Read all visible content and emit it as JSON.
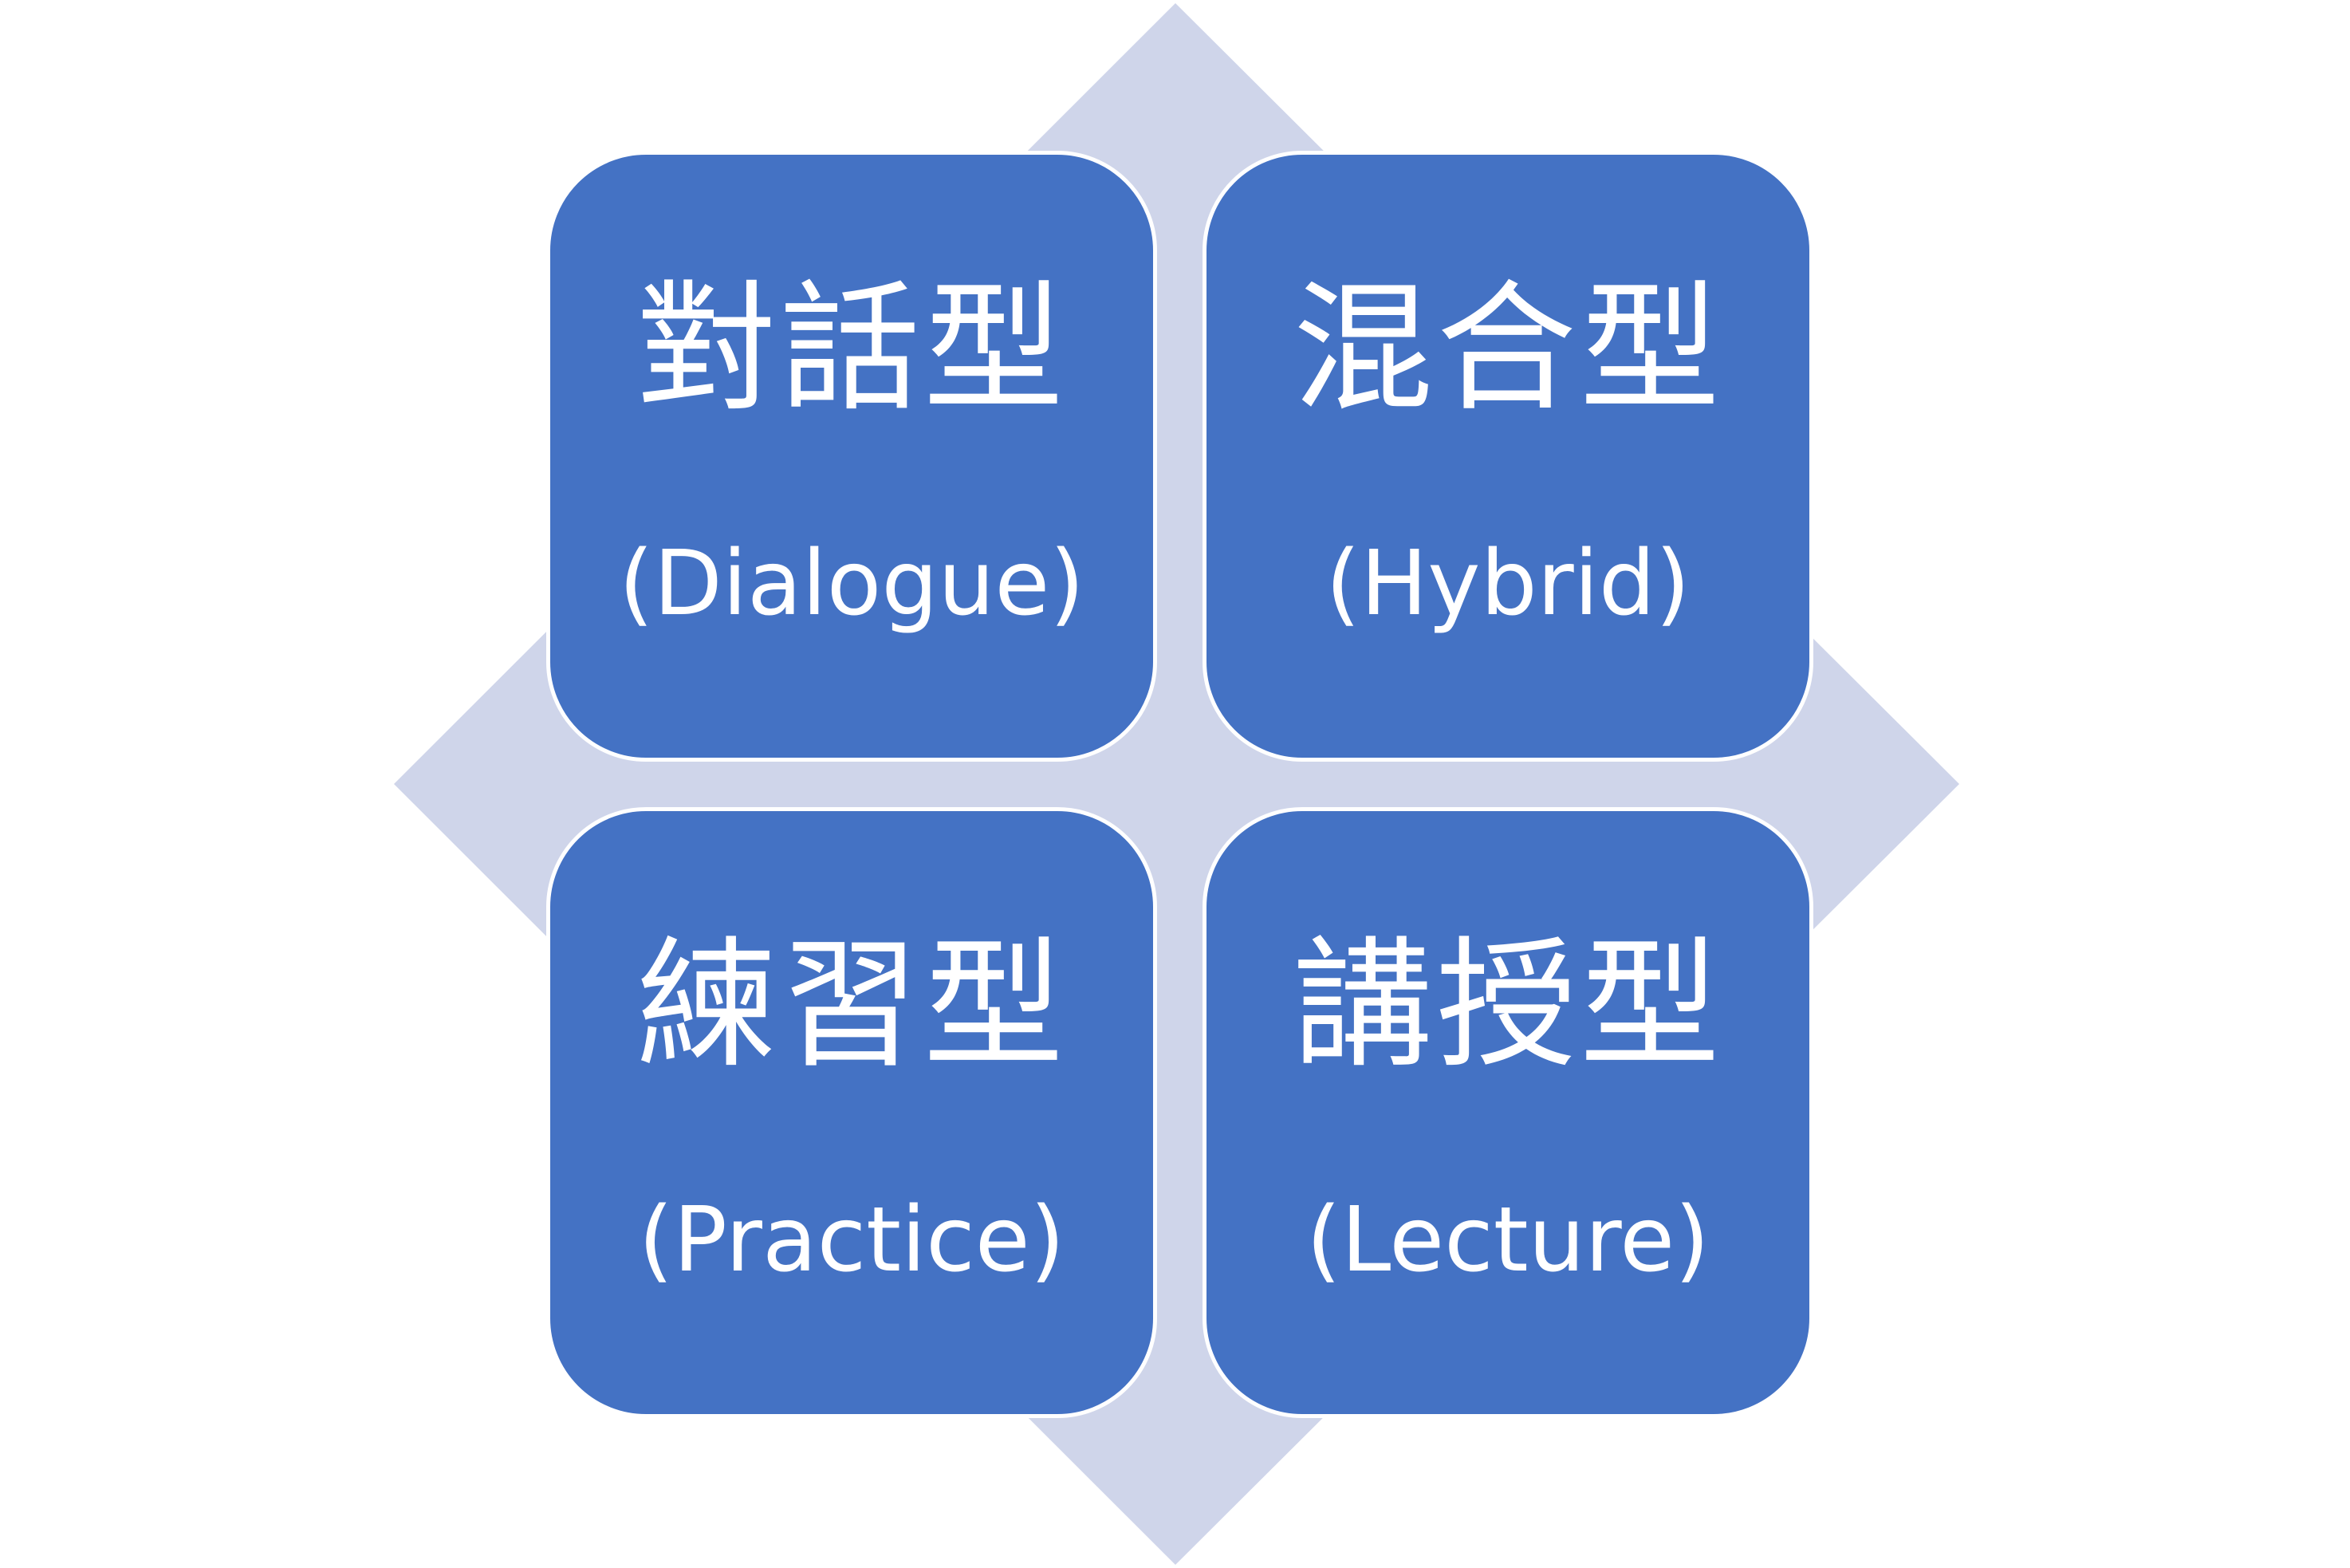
{
  "colors": {
    "box_fill": "#4472C4",
    "diamond_fill": "#CFD5EA",
    "box_border": "#FFFFFF",
    "text": "#FFFFFF"
  },
  "quadrants": [
    {
      "id": "top-left",
      "cjk": "對話型",
      "en": "(Dialogue)"
    },
    {
      "id": "top-right",
      "cjk": "混合型",
      "en": "(Hybrid)"
    },
    {
      "id": "bottom-left",
      "cjk": "練習型",
      "en": "(Practice)"
    },
    {
      "id": "bottom-right",
      "cjk": "講授型",
      "en": "(Lecture)"
    }
  ]
}
